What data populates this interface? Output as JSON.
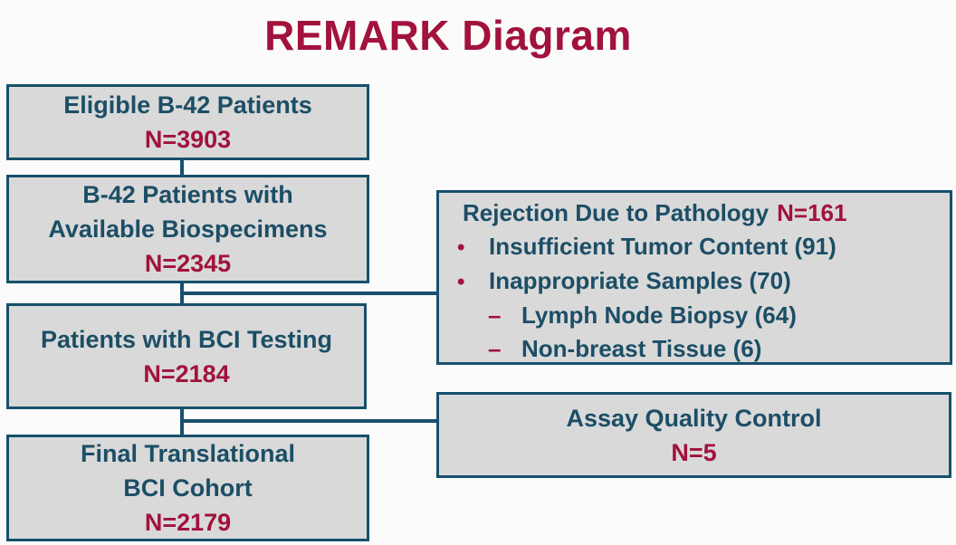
{
  "title": "REMARK Diagram",
  "colors": {
    "accent_red": "#A1123C",
    "text_navy": "#1C4E66",
    "border_teal": "#17506B",
    "box_fill": "#D9D9D9",
    "background": "#FBFBFB"
  },
  "flow": {
    "eligible": {
      "line1": "Eligible B-42 Patients",
      "n": "N=3903"
    },
    "biospec": {
      "line1": "B-42 Patients with",
      "line2": "Available Biospecimens",
      "n": "N=2345"
    },
    "bci_test": {
      "line1": "Patients with BCI Testing",
      "n": "N=2184"
    },
    "final": {
      "line1": "Final Translational",
      "line2": "BCI Cohort",
      "n": "N=2179"
    }
  },
  "exclusions": {
    "pathology": {
      "title": "Rejection Due to Pathology",
      "n": "N=161",
      "items": [
        {
          "marker": "•",
          "text": "Insufficient Tumor Content (91)"
        },
        {
          "marker": "•",
          "text": "Inappropriate Samples (70)"
        },
        {
          "marker": "–",
          "text": "Lymph Node Biopsy (64)"
        },
        {
          "marker": "–",
          "text": "Non-breast Tissue (6)"
        }
      ]
    },
    "assay_qc": {
      "title": "Assay Quality Control",
      "n": "N=5"
    }
  }
}
